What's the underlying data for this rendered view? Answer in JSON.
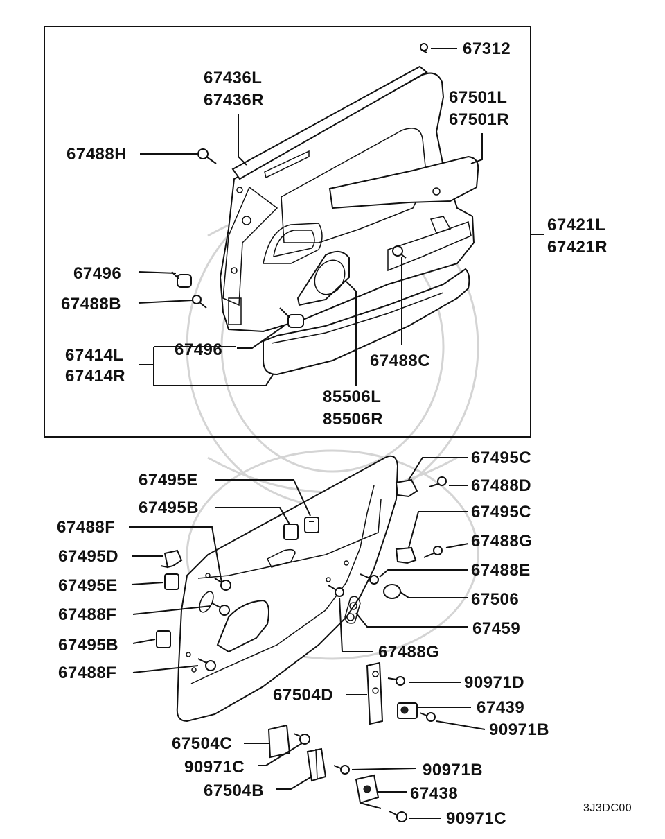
{
  "diagram_code": "3J3DC00",
  "labels": {
    "p67312": "67312",
    "p67436L": "67436L",
    "p67436R": "67436R",
    "p67501L": "67501L",
    "p67501R": "67501R",
    "p67488H": "67488H",
    "p67421L": "67421L",
    "p67421R": "67421R",
    "p67496a": "67496",
    "p67488B": "67488B",
    "p67496b": "67496",
    "p67414L": "67414L",
    "p67414R": "67414R",
    "p67488C": "67488C",
    "p85506L": "85506L",
    "p85506R": "85506R",
    "p67495Ea": "67495E",
    "p67495Ba": "67495B",
    "p67488Fa": "67488F",
    "p67495D": "67495D",
    "p67495Eb": "67495E",
    "p67488Fb": "67488F",
    "p67495Bb": "67495B",
    "p67488Fc": "67488F",
    "p67495Ca": "67495C",
    "p67488D": "67488D",
    "p67495Cb": "67495C",
    "p67488Ga": "67488G",
    "p67488E": "67488E",
    "p67506": "67506",
    "p67459": "67459",
    "p67488Gb": "67488G",
    "p90971Da": "90971D",
    "p67504D": "67504D",
    "p67439": "67439",
    "p90971Ba": "90971B",
    "p67504C": "67504C",
    "p90971Ca": "90971C",
    "p90971Bb": "90971B",
    "p67504B": "67504B",
    "p67438": "67438",
    "p90971Cb": "90971C"
  }
}
